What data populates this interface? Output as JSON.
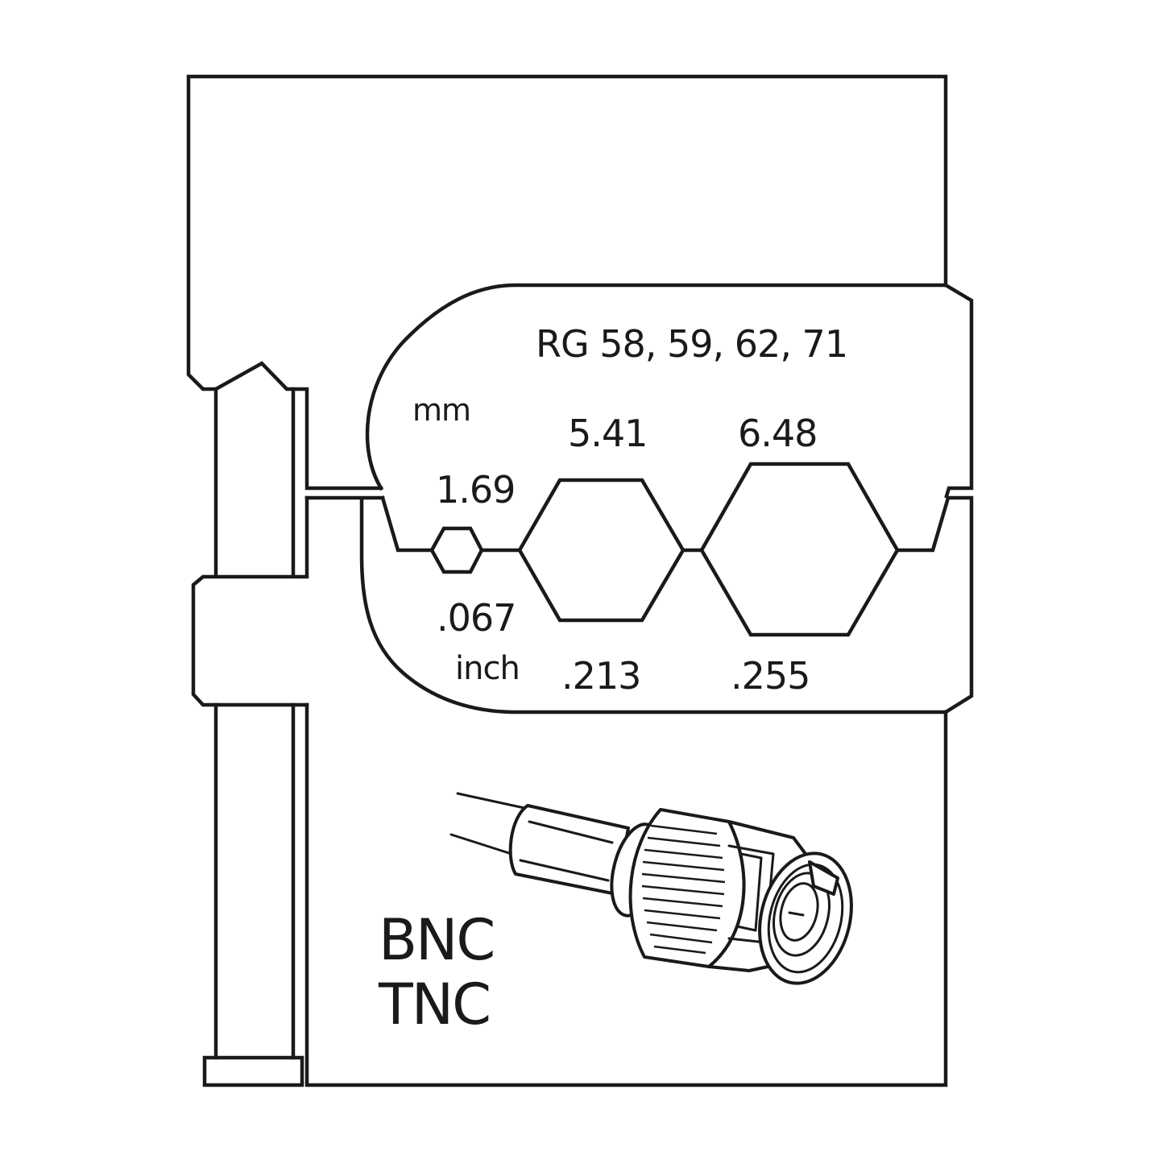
{
  "diagram": {
    "title": "RG 58, 59, 62, 71",
    "units": {
      "metric": "mm",
      "imperial": "inch"
    },
    "crimp_profiles": [
      {
        "mm": "1.69",
        "inch": ".067",
        "shape": "hexagon"
      },
      {
        "mm": "5.41",
        "inch": ".213",
        "shape": "hexagon"
      },
      {
        "mm": "6.48",
        "inch": ".255",
        "shape": "hexagon"
      }
    ],
    "connector_types": [
      "BNC",
      "TNC"
    ],
    "illustration": "bnc-connector-on-coax-cable",
    "colors": {
      "line": "#1a1a1a",
      "background": "#ffffff"
    }
  }
}
